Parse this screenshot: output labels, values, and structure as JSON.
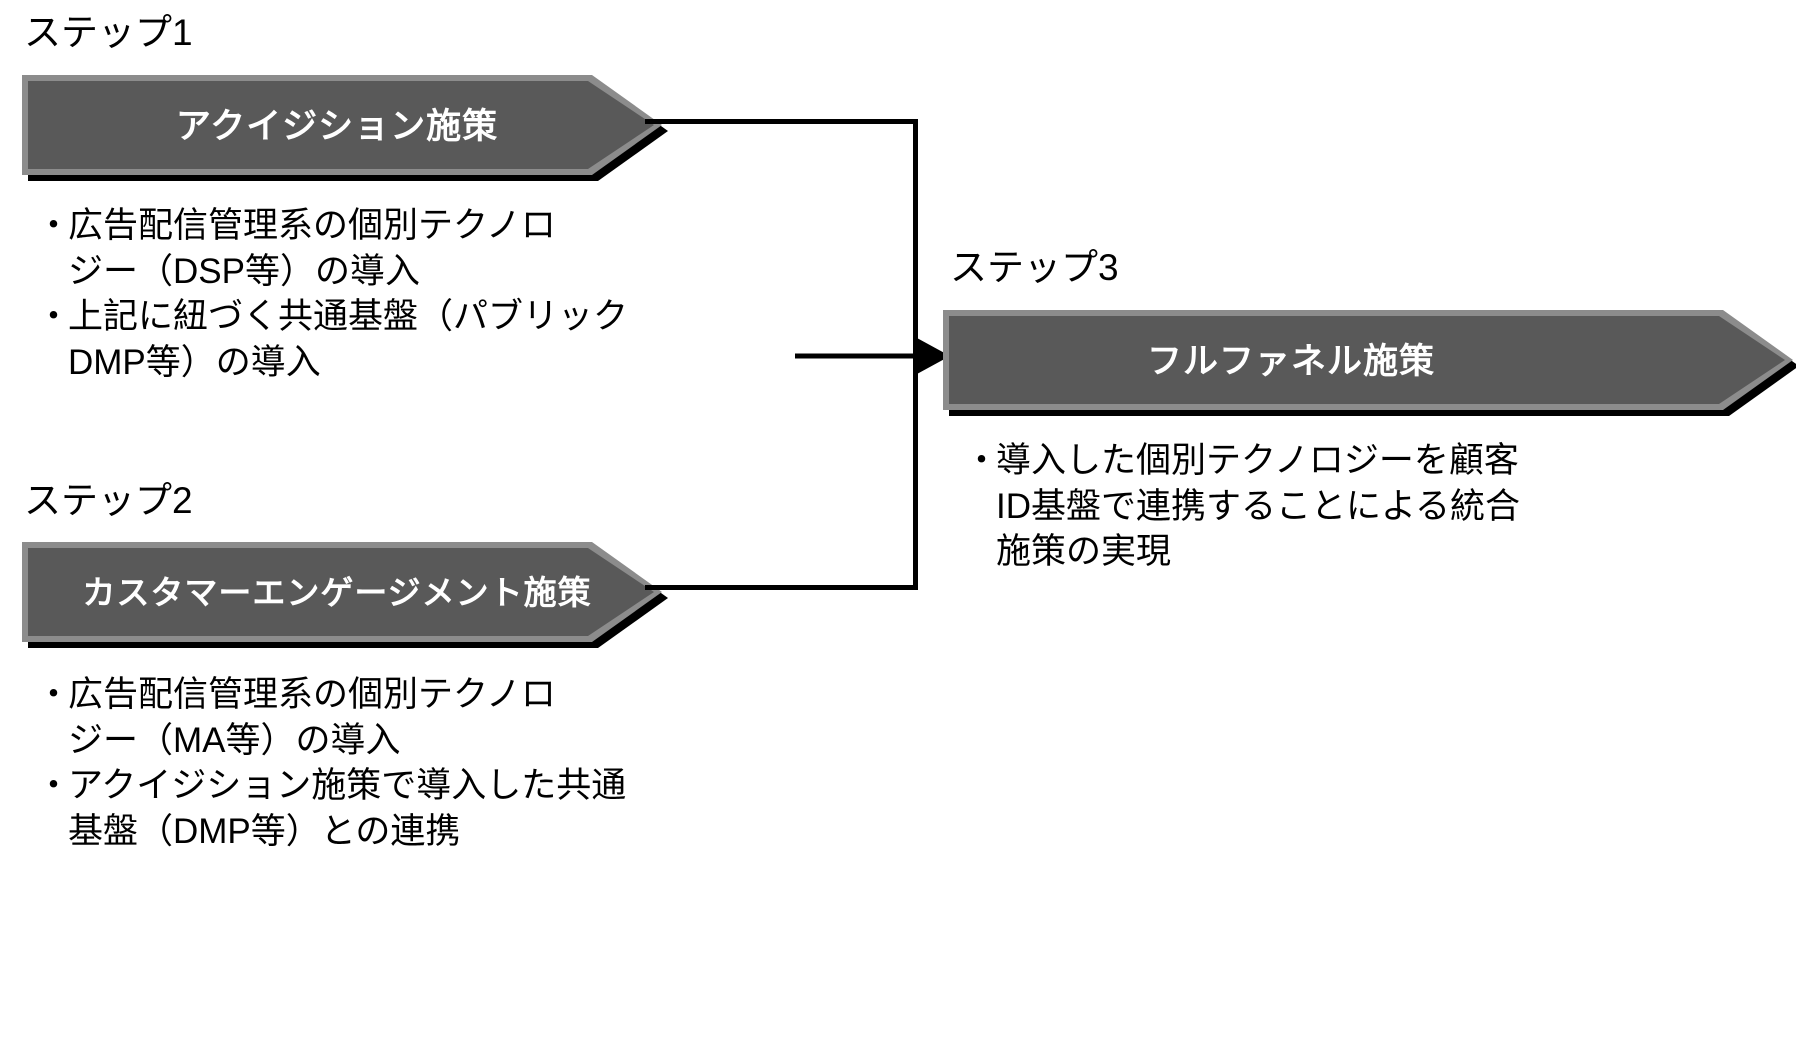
{
  "diagram": {
    "title_hidden": "",
    "colors": {
      "chevron_fill": "#595959",
      "chevron_bevel": "#8c8c8c",
      "chevron_shadow": "#000000",
      "text_dark": "#000000",
      "text_light": "#ffffff",
      "background": "#ffffff",
      "connector": "#000000"
    },
    "steps": [
      {
        "caption": "ステップ1",
        "banner_label": "アクイジション施策",
        "bullets": [
          "広告配信管理系の個別テクノロ\nジー（DSP等）の導入",
          "上記に紐づく共通基盤（パブリック\nDMP等）の導入"
        ]
      },
      {
        "caption": "ステップ2",
        "banner_label": "カスタマーエンゲージメント施策",
        "bullets": [
          "広告配信管理系の個別テクノロ\nジー（MA等）の導入",
          "アクイジション施策で導入した共通\n基盤（DMP等）との連携"
        ]
      },
      {
        "caption": "ステップ3",
        "banner_label": "フルファネル施策",
        "bullets": [
          "導入した個別テクノロジーを顧客\nID基盤で連携することによる統合\n施策の実現"
        ]
      }
    ],
    "connector": {
      "description": "step1-and-step2-merge-into-step3",
      "arrow_direction": "right"
    }
  }
}
